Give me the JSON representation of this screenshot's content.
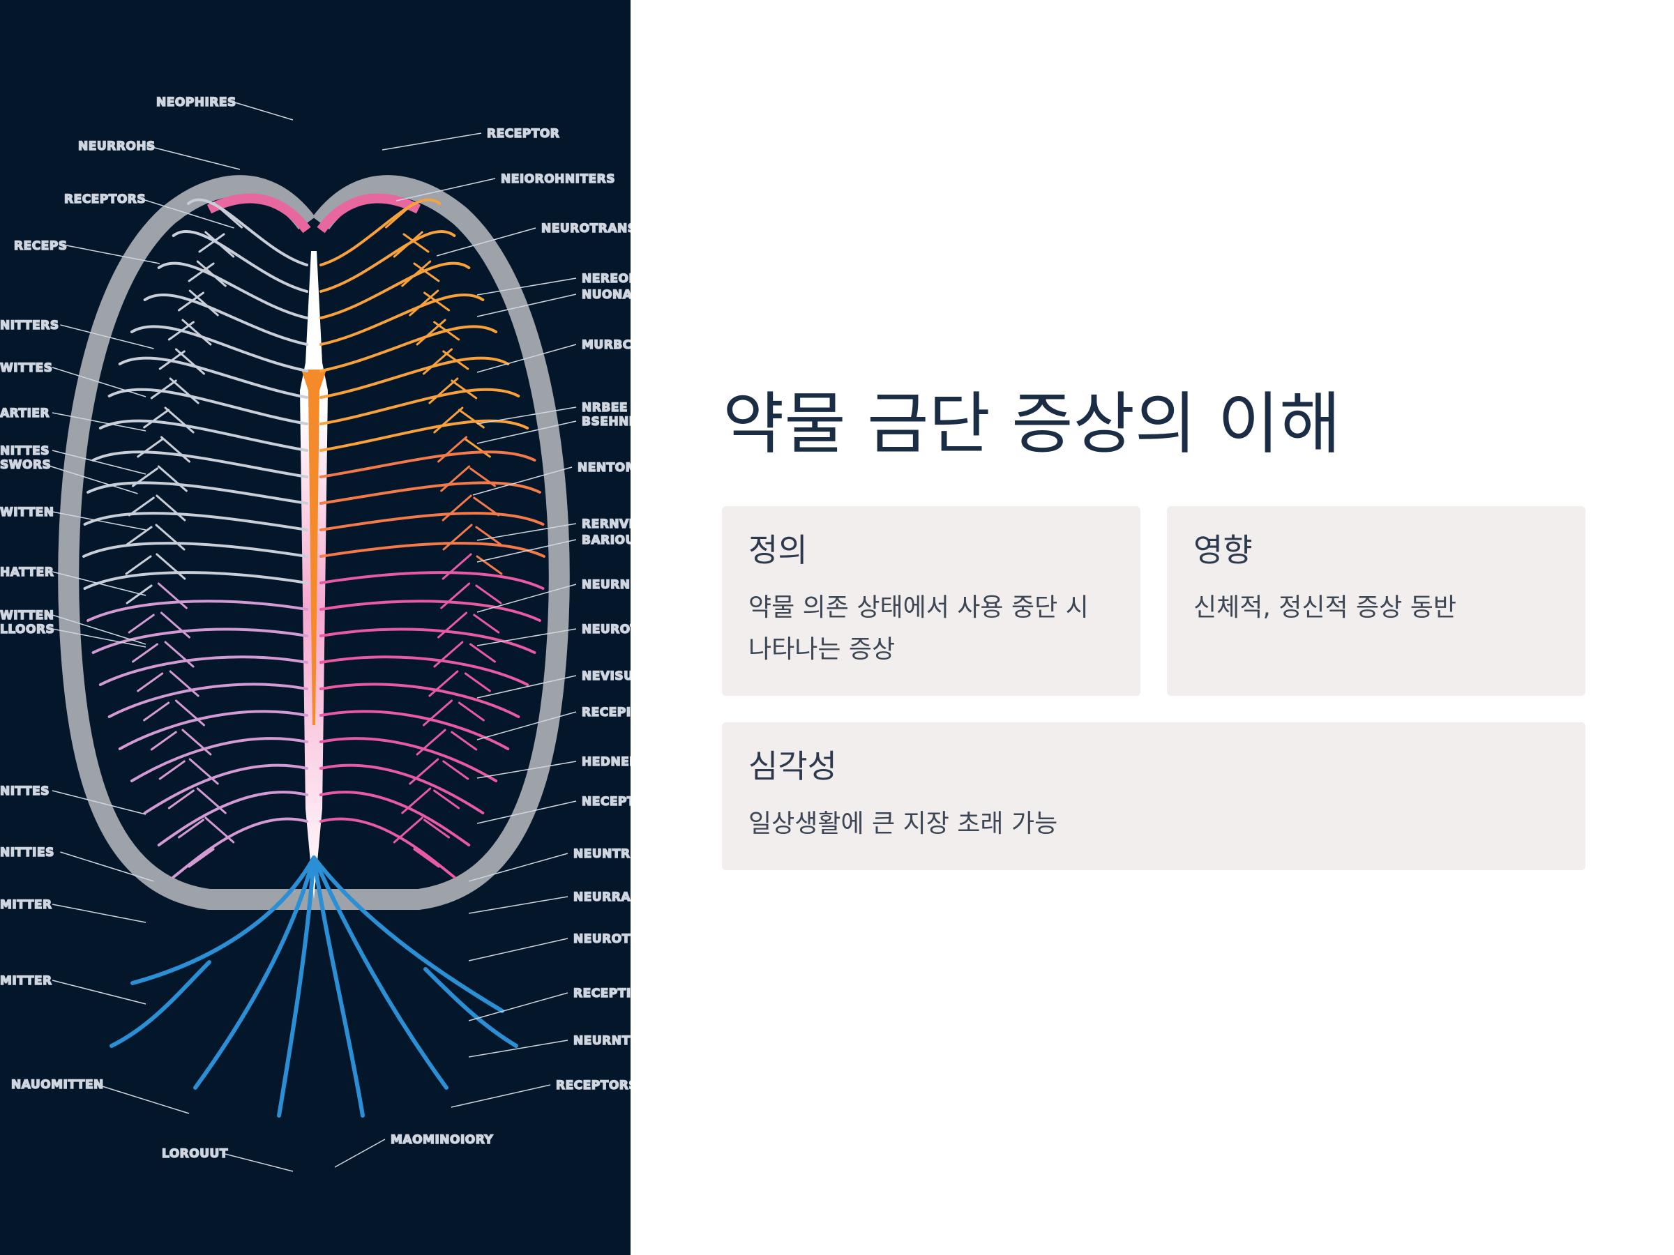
{
  "title": "약물 금단 증상의 이해",
  "cards": [
    {
      "heading": "정의",
      "body": "약물 의존 상태에서 사용 중단 시 나타나는 증상"
    },
    {
      "heading": "영향",
      "body": "신체적, 정신적 증상 동반"
    },
    {
      "heading": "심각성",
      "body": "일상생활에 큰 지장 초래 가능"
    }
  ],
  "illustration": {
    "labels_left": [
      "NEOPHIRES",
      "NEURROHS",
      "RECEPTORS",
      "RECEPS",
      "NITTERS",
      "WITTES",
      "ARTIER",
      "NITTES",
      "SWORS",
      "WITTEN",
      "HATTER",
      "WITTEN",
      "LLOORS",
      "NITTES",
      "NITTIES",
      "MITTER",
      "MITTER",
      "NAUOMITTEN",
      "LOROUUT"
    ],
    "labels_right": [
      "RECEPTOR",
      "NEIOROHNITERS",
      "NEUROTRANST",
      "NEREON",
      "NUONA",
      "MURBCI",
      "NRBEE",
      "BSEHNE",
      "NENTOM",
      "RERNVI",
      "BARIOU",
      "NEURN",
      "NEUROT",
      "NEVISU",
      "RECEPI",
      "HEDNEI",
      "NECEPT",
      "NEUNTR",
      "NEURRA",
      "NEUROTI",
      "RECEPTI",
      "NEURNTI",
      "RECEPTORS",
      "MAOMINOIORY"
    ],
    "colors": {
      "background": "#03162a",
      "outline": "#9ea3a9",
      "left_branches": "#c9cfd8",
      "right_branches": "#f9a23c",
      "lower_branches": "#e85aa4",
      "roots": "#2b8fd6",
      "stem": "#f58a2a"
    }
  }
}
